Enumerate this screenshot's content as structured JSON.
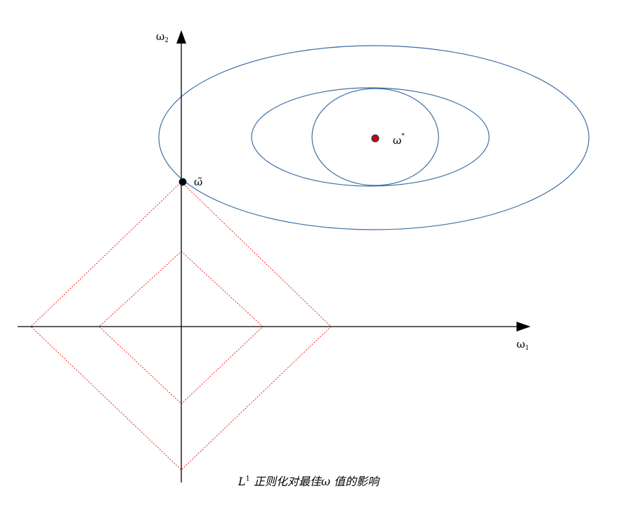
{
  "diagram": {
    "axes": {
      "x_label": "ω",
      "x_label_sub": "1",
      "y_label": "ω",
      "y_label_sub": "2"
    },
    "points": {
      "optimum": {
        "label": "ω",
        "label_sup": "*",
        "color": "#cc0000"
      },
      "regularized": {
        "label": "ω̃",
        "color": "#000000"
      }
    },
    "contour_color": "#3d6ea3",
    "constraint_color": "#ee2222"
  },
  "caption": {
    "prefix": "L",
    "sup": "1",
    "text": " 正则化对最佳ω 值的影响"
  }
}
